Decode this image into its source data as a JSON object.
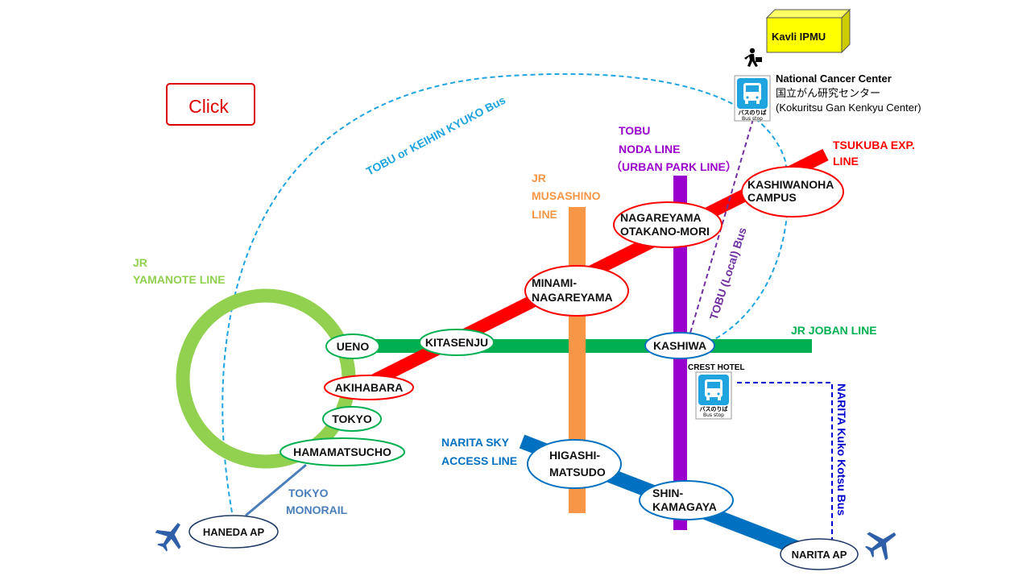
{
  "click_button": {
    "label": "Click"
  },
  "destination": {
    "label": "Kavli IPMU"
  },
  "bus_stops": {
    "cancer_center": {
      "name_en": "National Cancer Center",
      "name_jp": "国立がん研究センター",
      "name_romaji": "(Kokuritsu Gan Kenkyu Center)",
      "sign_jp": "バスのりば",
      "sign_en": "Bus stop"
    },
    "crest_hotel": {
      "label": "CREST HOTEL",
      "sign_jp": "バスのりば",
      "sign_en": "Bus stop"
    }
  },
  "lines": {
    "yamanote": {
      "label_1": "JR",
      "label_2": "YAMANOTE LINE",
      "color": "#92D050"
    },
    "joban": {
      "label": "JR JOBAN LINE",
      "color": "#00B050"
    },
    "tsukuba": {
      "label_1": "TSUKUBA EXP.",
      "label_2": "LINE",
      "color": "#FF0000"
    },
    "musashino": {
      "label_1": "JR",
      "label_2": "MUSASHINO",
      "label_3": "LINE",
      "color": "#F79646"
    },
    "noda": {
      "label_1": "TOBU",
      "label_2": "NODA LINE",
      "label_3": "（URBAN PARK LINE）",
      "color": "#9900CC"
    },
    "narita_sky": {
      "label_1": "NARITA SKY",
      "label_2": "ACCESS LINE",
      "color": "#0070C0"
    },
    "monorail": {
      "label_1": "TOKYO",
      "label_2": "MONORAIL",
      "color": "#4A7EBB"
    },
    "tobu_keihin_bus": {
      "label": "TOBU or KEIHIN KYUKO Bus",
      "color": "#1FA4E0"
    },
    "tobu_local_bus": {
      "label": "TOBU (Local) Bus",
      "color": "#7030A0"
    },
    "narita_bus": {
      "label": "NARITA Kuko Kotsu Bus",
      "color": "#0000CC"
    }
  },
  "stations": {
    "ueno": "UENO",
    "kitasenju": "KITASENJU",
    "kashiwa": "KASHIWA",
    "akihabara": "AKIHABARA",
    "tokyo": "TOKYO",
    "hamamatsucho": "HAMAMATSUCHO",
    "minami_1": "MINAMI-",
    "minami_2": "NAGAREYAMA",
    "otakano_1": "NAGAREYAMA",
    "otakano_2": "OTAKANO-MORI",
    "kashiwanoha_1": "KASHIWANOHA",
    "kashiwanoha_2": "CAMPUS",
    "higashi_1": "HIGASHI-",
    "higashi_2": "MATSUDO",
    "shin_1": "SHIN-",
    "shin_2": "KAMAGAYA",
    "haneda": "HANEDA AP",
    "narita": "NARITA AP"
  },
  "icons": {
    "walking": "walking-person-icon",
    "bus": "bus-stop-icon",
    "airplane": "airplane-icon"
  }
}
